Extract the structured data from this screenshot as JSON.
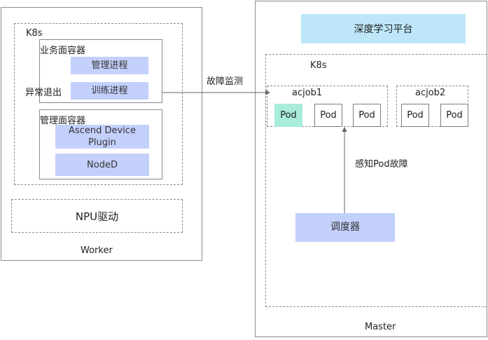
{
  "worker": {
    "label": "Worker",
    "k8s_label": "K8s",
    "business_container": {
      "label": "业务面容器",
      "manage_process": "管理进程",
      "training_process": "训练进程",
      "abnormal_exit": "异常退出"
    },
    "management_container": {
      "label": "管理面容器",
      "device_plugin": "Ascend Device Plugin",
      "noded": "NodeD"
    },
    "npu_driver": "NPU驱动"
  },
  "fault_monitor_label": "故障监测",
  "master": {
    "label": "Master",
    "platform": "深度学习平台",
    "k8s_label": "K8s",
    "acjob1": {
      "label": "acjob1",
      "pods": [
        "Pod",
        "Pod",
        "Pod"
      ]
    },
    "acjob2": {
      "label": "acjob2",
      "pods": [
        "Pod",
        "Pod"
      ]
    },
    "sense_fault_label": "感知Pod故障",
    "scheduler": "调度器"
  },
  "colors": {
    "component_fill": "#c3d0fb",
    "platform_fill": "#bde7f8",
    "faulty_pod_fill": "#a8ecd9",
    "border": "#8a8a8a"
  }
}
